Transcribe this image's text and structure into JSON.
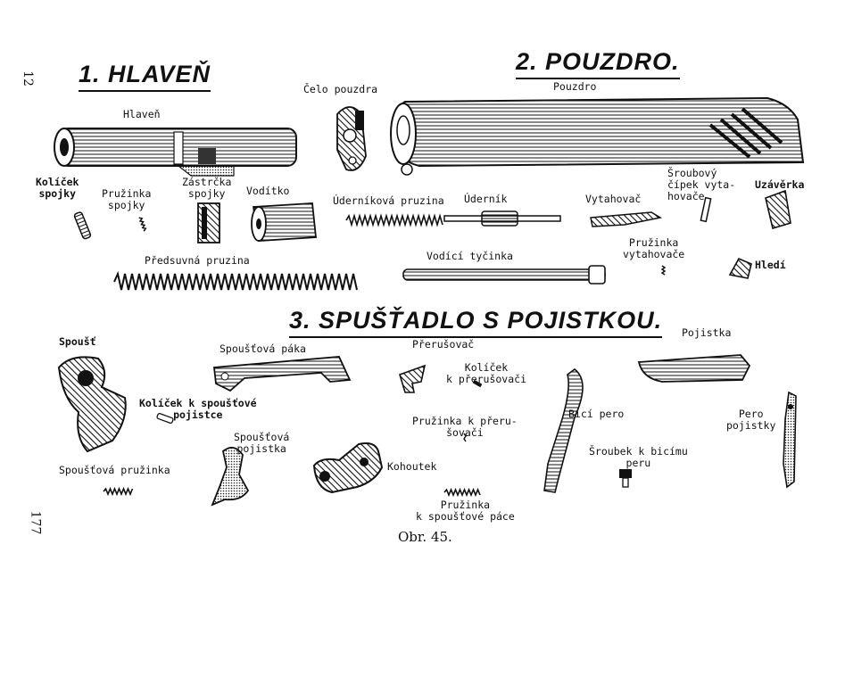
{
  "page": {
    "number_top": "12",
    "number_bottom": "177",
    "caption": "Obr. 45."
  },
  "sections": {
    "barrel": "1. HLAVEŇ",
    "housing": "2. POUZDRO.",
    "trigger": "3. SPUŠŤADLO S POJISTKOU."
  },
  "labels": {
    "hlaven": "Hlaveň",
    "kolicek_spojky": [
      "Kolíček",
      "spojky"
    ],
    "pruzinka_spojky": [
      "Pružinka",
      "spojky"
    ],
    "zastrcka_spojky": [
      "Zástrčka",
      "spojky"
    ],
    "voditko": "Vodítko",
    "celo_pouzdra": "Čelo pouzdra",
    "pouzdro": "Pouzdro",
    "udernikova_pruzina": "Úderníková pruzina",
    "udernik": "Úderník",
    "vytahovac": "Vytahovač",
    "sroubovy_cipek": [
      "Šroubový",
      "čípek vyta-",
      "hovače"
    ],
    "uzaverka": "Uzávěrka",
    "predsuvna_pruzina": "Předsuvná pruzina",
    "vodici_tycinka": "Vodící tyčinka",
    "pruzinka_vytahovace": [
      "Pružinka",
      "vytahovače"
    ],
    "hledi": "Hledí",
    "spoust": "Spoušť",
    "spoustova_paka": "Spoušťová páka",
    "prerusovac": "Přerušovač",
    "kolicek_prerusovaci": [
      "Kolíček",
      "k přerušovači"
    ],
    "pojistka": "Pojistka",
    "kolicek_pojistce": [
      "Kolíček k spoušťové",
      "pojistce"
    ],
    "pruzinka_prerusovaci": [
      "Pružinka k přeru-",
      "šovači"
    ],
    "bici_pero": "Bicí pero",
    "pero_pojistky": [
      "Pero",
      "pojistky"
    ],
    "spoustova_pojistka": [
      "Spoušťová",
      "pojistka"
    ],
    "kohoutek": "Kohoutek",
    "sroubek_bicimu": [
      "Šroubek k bicímu",
      "peru"
    ],
    "spoustova_pruzinka": "Spoušťová pružinka",
    "pruzinka_spoustove": [
      "Pružinka",
      "k spoušťové páce"
    ]
  }
}
